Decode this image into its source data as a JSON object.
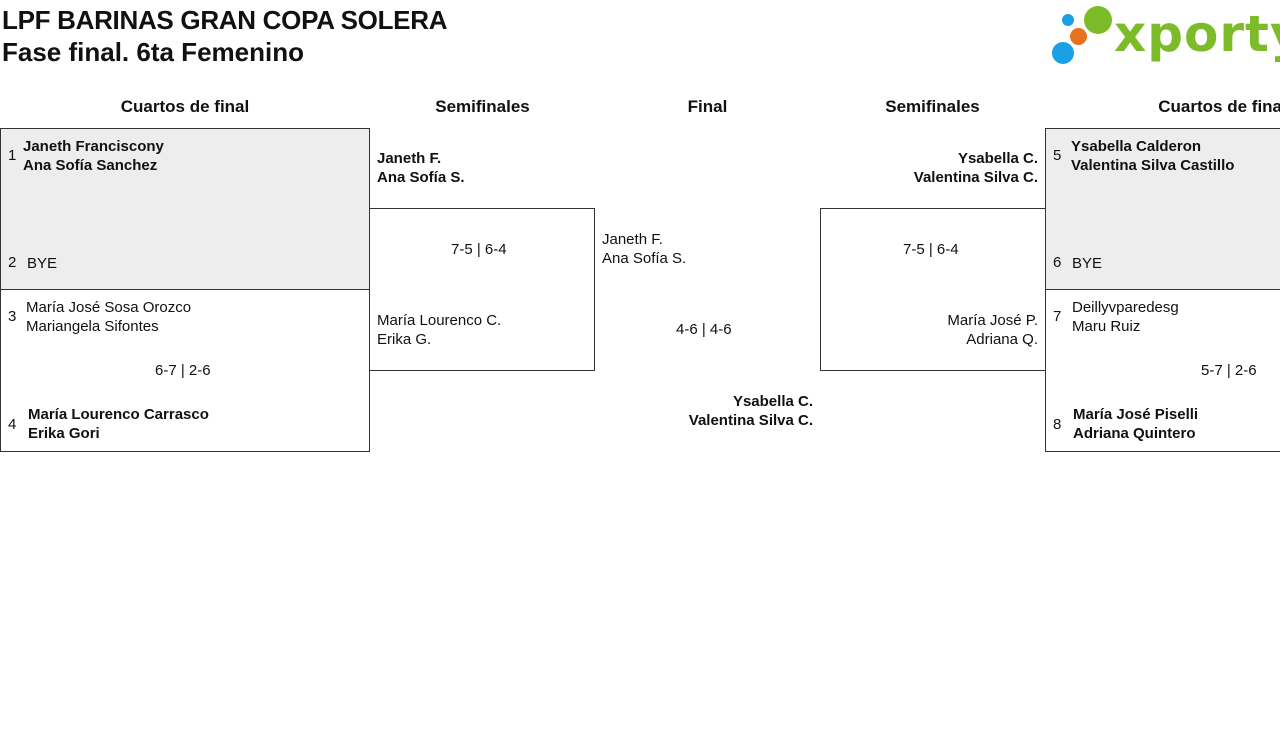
{
  "header": {
    "title": "LPF BARINAS GRAN COPA SOLERA",
    "subtitle": "Fase final. 6ta Femenino",
    "logo_text": "xporty",
    "logo_colors": {
      "green": "#7cbc29",
      "blue": "#1aa0e6",
      "orange": "#e8731c"
    }
  },
  "columns": {
    "qf_left": "Cuartos de final",
    "sf_left": "Semifinales",
    "final": "Final",
    "sf_right": "Semifinales",
    "qf_right": "Cuartos de final"
  },
  "qf_left": {
    "m1": {
      "seed_a": "1",
      "a1": "Janeth Franciscony",
      "a2": "Ana Sofía Sanchez",
      "seed_b": "2",
      "b1": "BYE"
    },
    "m2": {
      "seed_a": "3",
      "a1": "María José Sosa Orozco",
      "a2": "Mariangela Sifontes",
      "score": "6-7 | 2-6",
      "seed_b": "4",
      "b1": "María Lourenco Carrasco",
      "b2": "Erika Gori"
    }
  },
  "sf_left": {
    "top1": "Janeth F.",
    "top2": "Ana Sofía S.",
    "score": "7-5 | 6-4",
    "bot1": "María Lourenco C.",
    "bot2": "Erika G."
  },
  "final": {
    "top1": "Janeth F.",
    "top2": "Ana Sofía S.",
    "score": "4-6 | 4-6",
    "bot1": "Ysabella C.",
    "bot2": "Valentina Silva C."
  },
  "sf_right": {
    "top1": "Ysabella C.",
    "top2": "Valentina Silva C.",
    "score": "7-5 | 6-4",
    "bot1": "María José P.",
    "bot2": "Adriana Q."
  },
  "qf_right": {
    "m1": {
      "seed_a": "5",
      "a1": "Ysabella Calderon",
      "a2": "Valentina Silva Castillo",
      "seed_b": "6",
      "b1": "BYE"
    },
    "m2": {
      "seed_a": "7",
      "a1": "Deillyvparedesg",
      "a2": "Maru Ruiz",
      "score": "5-7 | 2-6",
      "seed_b": "8",
      "b1": "María José Piselli",
      "b2": "Adriana Quintero"
    }
  }
}
